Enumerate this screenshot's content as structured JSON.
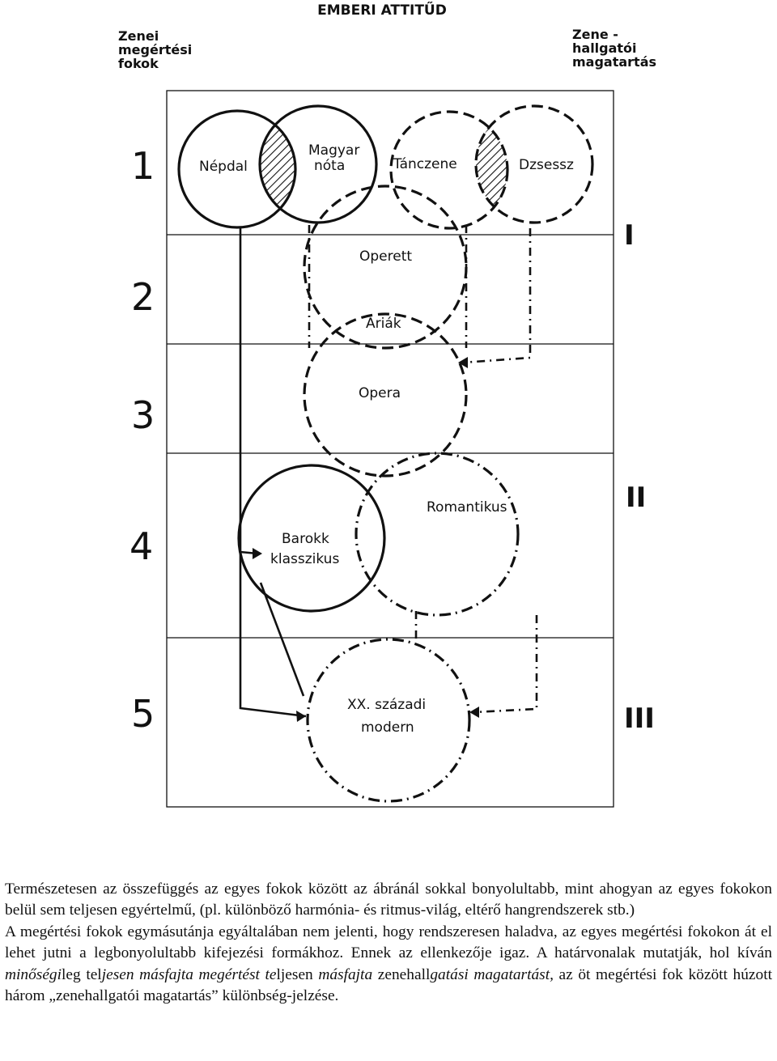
{
  "diagram": {
    "title": "EMBERI ATTITŰD",
    "left_heading": [
      "Zenei",
      "megértési",
      "fokok"
    ],
    "right_heading": [
      "Zene -",
      "hallgatói",
      "magatartás"
    ],
    "levels": [
      "1",
      "2",
      "3",
      "4",
      "5"
    ],
    "attitudes": [
      "I",
      "II",
      "III"
    ],
    "circles": {
      "nepdal": "Népdal",
      "magyar_nota": [
        "Magyar",
        "nóta"
      ],
      "tanczene": "Tánczene",
      "dzsessz": "Dzsessz",
      "operett": "Operett",
      "ariak": "Áriák",
      "opera": "Opera",
      "romantikus": "Romantikus",
      "barokk": [
        "Barokk",
        "klasszikus"
      ],
      "modern": [
        "XX. századi",
        "modern"
      ]
    }
  },
  "text": {
    "p1": "Természetesen az összefüggés az egyes fokok között az ábránál sokkal bonyolultabb, mint ahogyan az egyes fokokon belül sem teljesen egyértelmű, (pl. különböző harmónia- és ritmus-világ, eltérő hangrendszerek stb.)",
    "p2_a": "A megértési fokok egymásutánja egyáltalában nem jelenti, hogy rendszeresen haladva, az egyes megértési fokokon át el lehet jutni a legbonyolultabb kifejezési formákhoz. Ennek az ellenkezője igaz. A határvonalak mutatják, hol kíván ",
    "p2_b": "minőségi",
    "p2_c": "leg tel",
    "p2_d": "jesen másfajta megértést te",
    "p2_e": "ljesen ",
    "p2_f": "másfajta",
    "p2_g": " zenehall",
    "p2_h": "gatási magatartást,",
    "p2_i": " az öt megértési fok között húzott három „zenehallgatói magatartás” különbség-jelzése."
  }
}
